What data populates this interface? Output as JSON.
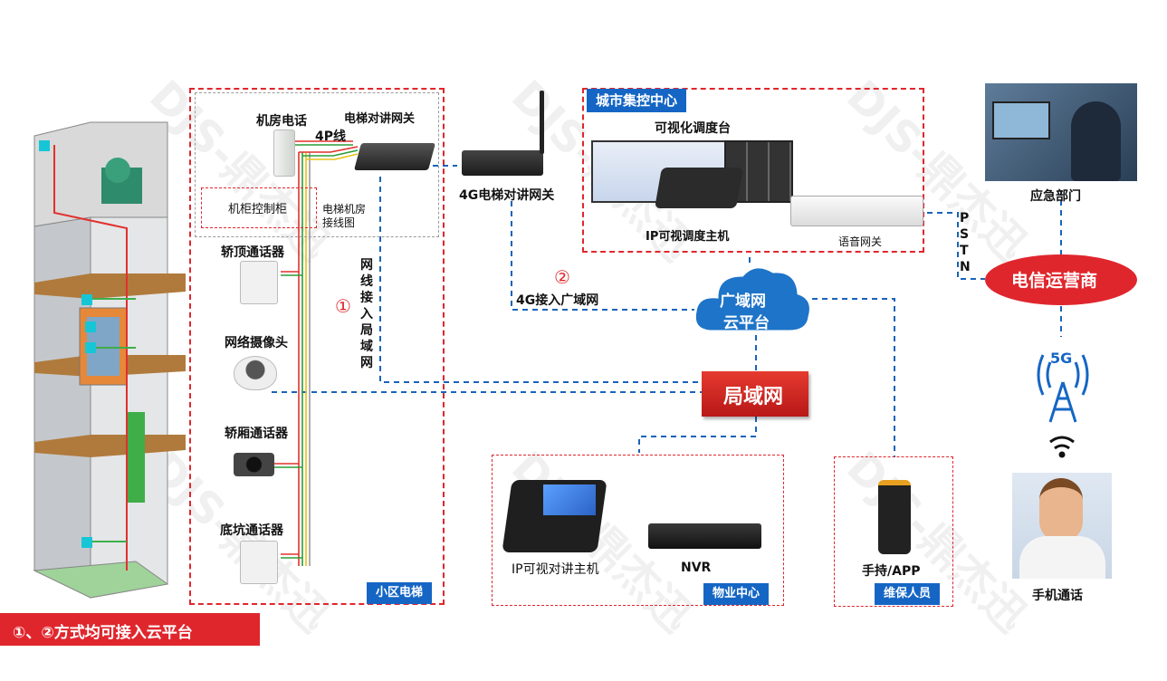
{
  "watermark": "DJS-鼎杰迅",
  "community": {
    "machine_room_phone": "机房电话",
    "cable_4p": "4P线",
    "elevator_gateway": "电梯对讲网关",
    "control_cabinet": "机柜控制柜",
    "machine_room_wiring": "电梯机房接线图",
    "car_top_intercom": "轿顶通话器",
    "network_camera": "网络摄像头",
    "car_intercom": "轿厢通话器",
    "pit_intercom": "底坑通话器",
    "tag": "小区电梯",
    "lan_cable_vertical": "网线接入局域网",
    "marker_1": "①"
  },
  "gateway_4g": {
    "label": "4G电梯对讲网关",
    "marker_2": "②",
    "lan_access": "4G接入广域网"
  },
  "city_center": {
    "title": "城市集控中心",
    "visual_console": "可视化调度台",
    "ip_host": "IP可视调度主机",
    "voice_gateway": "语音网关"
  },
  "cloud": {
    "line1": "广域网",
    "line2": "云平台"
  },
  "lan": "局域网",
  "property": {
    "ip_host": "IP可视对讲主机",
    "nvr": "NVR",
    "tag": "物业中心"
  },
  "maintenance": {
    "handheld": "手持/APP",
    "tag": "维保人员"
  },
  "emergency": "应急部门",
  "pstn": [
    "P",
    "S",
    "T",
    "N"
  ],
  "telecom": "电信运营商",
  "signal_5g": "5G",
  "mobile_call": "手机通话",
  "footer_note": "①、②方式均可接入云平台",
  "colors": {
    "red": "#e0262d",
    "blue": "#1566c4",
    "dark_red": "#cc1111"
  }
}
